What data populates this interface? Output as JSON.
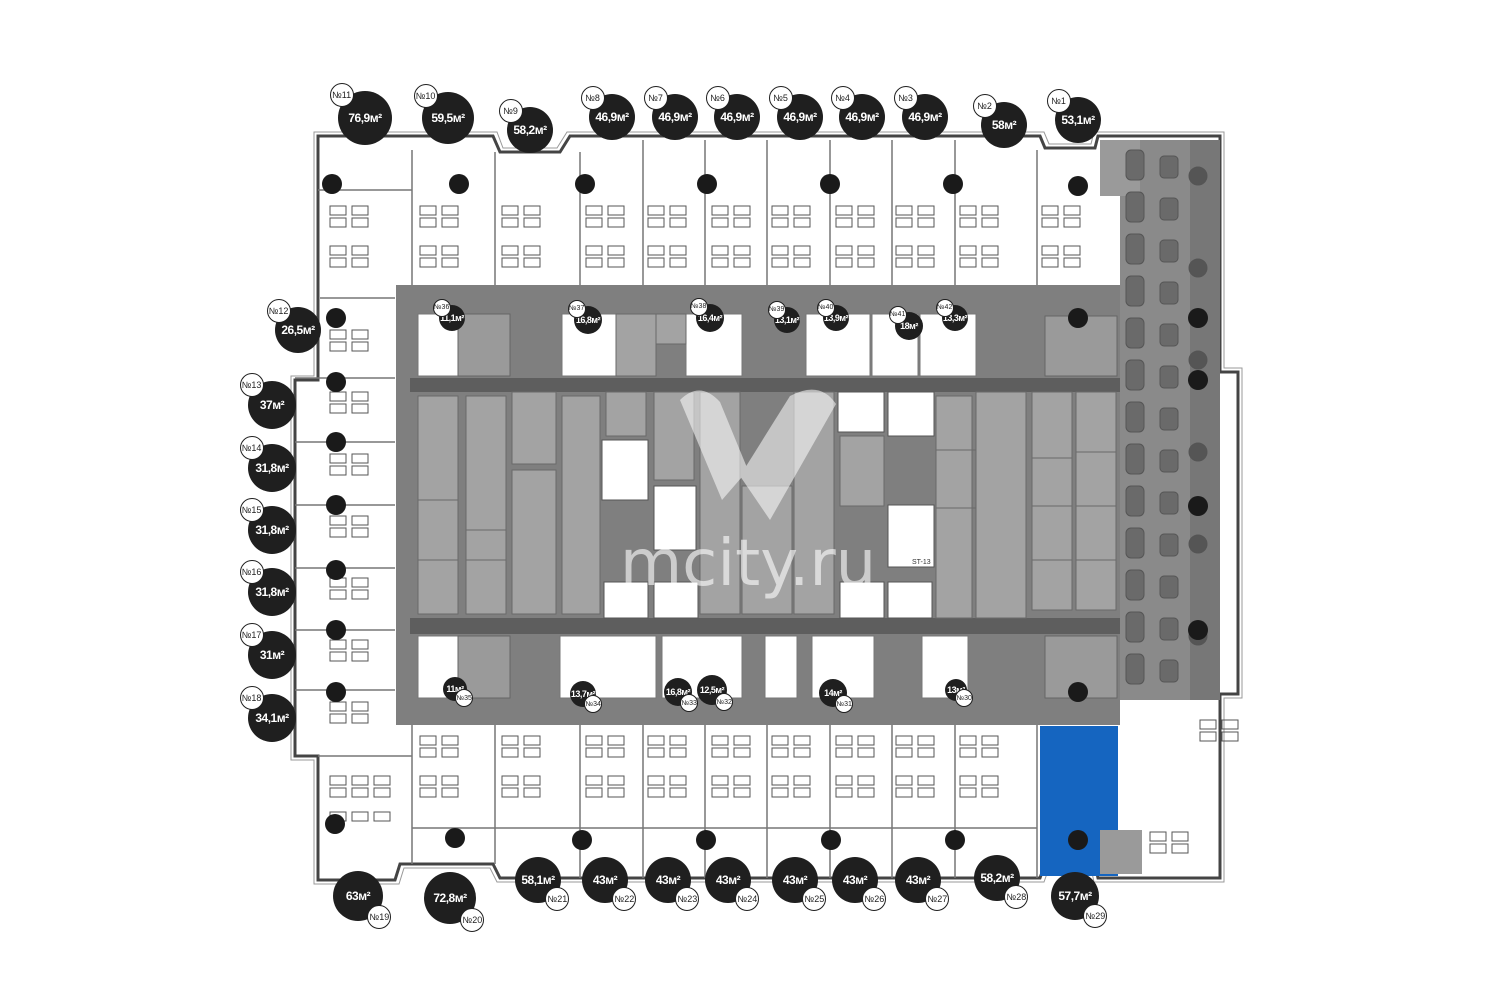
{
  "watermark": {
    "text": "mcity.ru"
  },
  "colors": {
    "core": "#7f7f7f",
    "corridor": "#6e6e6e",
    "wall": "#555555",
    "selected": "#1565c0",
    "disc": "#1f1f1f"
  },
  "unit_suffix": "м²",
  "selected_room": "№29",
  "rooms": [
    {
      "no": "№1",
      "area": "53,1м²"
    },
    {
      "no": "№2",
      "area": "58м²"
    },
    {
      "no": "№3",
      "area": "46,9м²"
    },
    {
      "no": "№4",
      "area": "46,9м²"
    },
    {
      "no": "№5",
      "area": "46,9м²"
    },
    {
      "no": "№6",
      "area": "46,9м²"
    },
    {
      "no": "№7",
      "area": "46,9м²"
    },
    {
      "no": "№8",
      "area": "46,9м²"
    },
    {
      "no": "№9",
      "area": "58,2м²"
    },
    {
      "no": "№10",
      "area": "59,5м²"
    },
    {
      "no": "№11",
      "area": "76,9м²"
    },
    {
      "no": "№12",
      "area": "26,5м²"
    },
    {
      "no": "№13",
      "area": "37м²"
    },
    {
      "no": "№14",
      "area": "31,8м²"
    },
    {
      "no": "№15",
      "area": "31,8м²"
    },
    {
      "no": "№16",
      "area": "31,8м²"
    },
    {
      "no": "№17",
      "area": "31м²"
    },
    {
      "no": "№18",
      "area": "34,1м²"
    },
    {
      "no": "№19",
      "area": "63м²"
    },
    {
      "no": "№20",
      "area": "72,8м²"
    },
    {
      "no": "№21",
      "area": "58,1м²"
    },
    {
      "no": "№22",
      "area": "43м²"
    },
    {
      "no": "№23",
      "area": "43м²"
    },
    {
      "no": "№24",
      "area": "43м²"
    },
    {
      "no": "№25",
      "area": "43м²"
    },
    {
      "no": "№26",
      "area": "43м²"
    },
    {
      "no": "№27",
      "area": "43м²"
    },
    {
      "no": "№28",
      "area": "58,2м²"
    },
    {
      "no": "№29",
      "area": "57,7м²"
    },
    {
      "no": "№30",
      "area": "13м²"
    },
    {
      "no": "№31",
      "area": "14м²"
    },
    {
      "no": "№32",
      "area": "12,5м²"
    },
    {
      "no": "№33",
      "area": "16,8м²"
    },
    {
      "no": "№34",
      "area": "13,7м²"
    },
    {
      "no": "№35",
      "area": "11м²"
    },
    {
      "no": "№36",
      "area": "11,1м²"
    },
    {
      "no": "№37",
      "area": "16,8м²"
    },
    {
      "no": "№38",
      "area": "16,4м²"
    },
    {
      "no": "№39",
      "area": "13,1м²"
    },
    {
      "no": "№40",
      "area": "13,9м²"
    },
    {
      "no": "№41",
      "area": "18м²"
    },
    {
      "no": "№42",
      "area": "13,3м²"
    }
  ],
  "core_labels": {
    "stair_tag": "ST-13"
  }
}
